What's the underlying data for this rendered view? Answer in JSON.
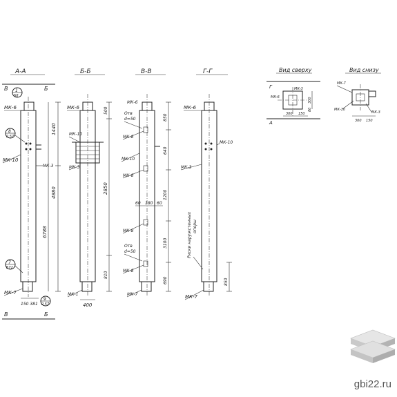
{
  "sections": {
    "a": {
      "title": "А-А",
      "cut_left": "В",
      "cut_right": "Б",
      "bottom_left": "В",
      "bottom_right": "Б",
      "callout_top": "1",
      "callout_top_sub": "Б8",
      "callout_mid": "8",
      "callout_mid_sub": "2.57",
      "callout_bot": "7",
      "callout_bot_sub": "Б72",
      "callout_foot": "9",
      "callout_foot_sub": "2.57",
      "mk_top": "МК-6",
      "mk_mid": "МК-10",
      "mk_side": "МК-3",
      "mk_bot": "МК-7",
      "dim_upper": "1440",
      "dim_mid": "4880",
      "dim_total": "6788",
      "dim_base": "150 381"
    },
    "b": {
      "title": "Б-Б",
      "mk_top": "МК-6",
      "mk_mid": "МК-10",
      "mk_side": "МК-3",
      "mk_bot": "МК-1",
      "dim_a": "500",
      "dim_b": "2850",
      "dim_c": "810",
      "dim_base": "400"
    },
    "c": {
      "title": "В-В",
      "mk_top": "МК-6",
      "otv_top": "Отв",
      "otv_top_d": "d=50",
      "mk_8a": "МК-8",
      "mk_10": "МК-10",
      "mk_8b": "МК-8",
      "mk_8c": "МК-8",
      "otv_bot": "Отв",
      "otv_bot_d": "d=50",
      "mk_8d": "МК-8",
      "mk_7": "МК-7",
      "dim_850": "850",
      "dim_640": "640",
      "dim_1200": "1200",
      "dim_60a": "60",
      "dim_180": "180",
      "dim_60b": "60",
      "dim_3100": "3100",
      "dim_690": "690"
    },
    "d": {
      "title": "Г-Г",
      "mk_top": "МК-6",
      "mk_10": "МК-10",
      "mk_3": "МК-3",
      "mk_7": "МК-7",
      "note": "Риски наружстенных",
      "note2": "опоры",
      "dim_850": "850"
    }
  },
  "views": {
    "top": {
      "title": "Вид сверху",
      "mk_a": "МК-6",
      "mk_b": "МК-3",
      "cut_t": "Г",
      "cut_a": "А",
      "dim_w1": "300",
      "dim_w2": "150",
      "dim_h": "300",
      "dim_h2": "80"
    },
    "bottom": {
      "title": "Вид снизу",
      "mk_a": "МК-7",
      "mk_b": "МК-10",
      "mk_c": "МК-3",
      "dim_w1": "300",
      "dim_w2": "150"
    }
  },
  "watermark": {
    "text": "gbi22.ru"
  }
}
